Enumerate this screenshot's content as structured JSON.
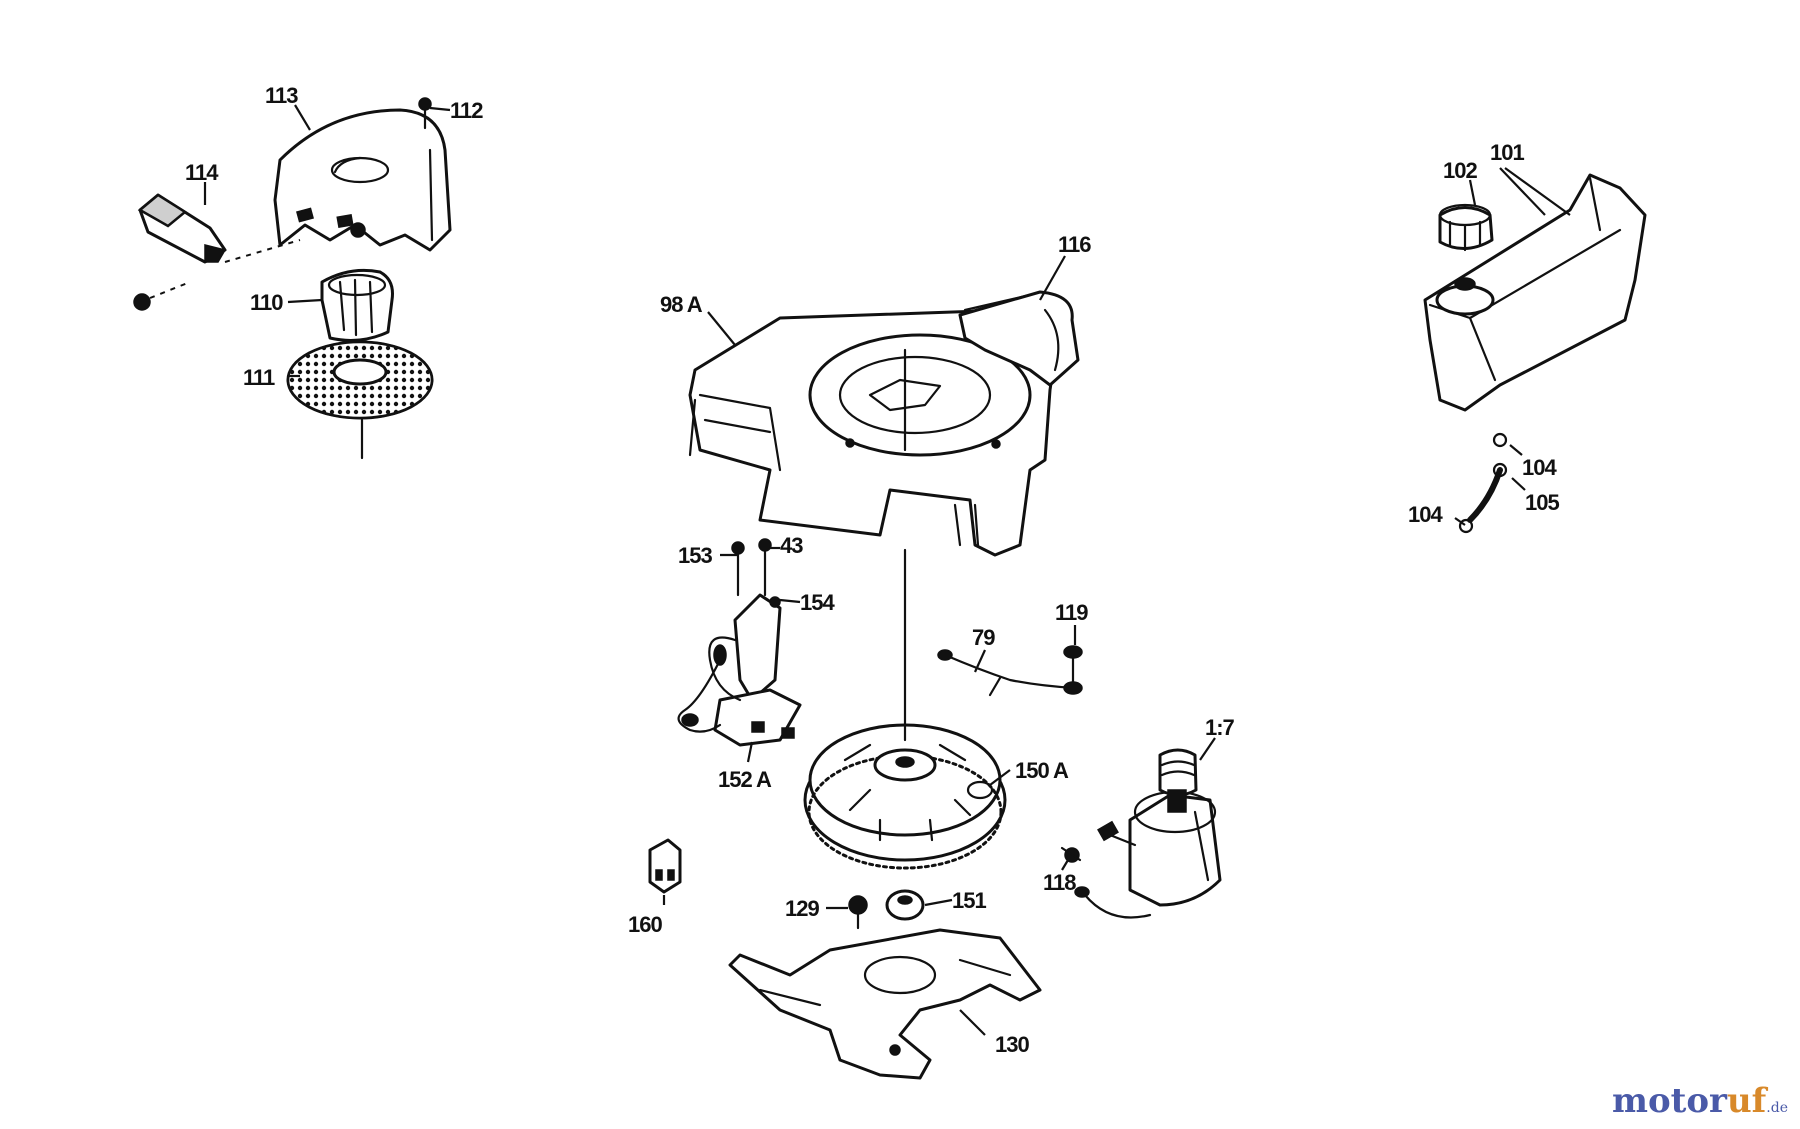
{
  "labels": {
    "p113": "113",
    "p112": "112",
    "p114": "114",
    "p110": "110",
    "p111": "111",
    "p98a": "98 A",
    "p116": "116",
    "p101": "101",
    "p102": "102",
    "p104a": "104",
    "p105": "105",
    "p104b": "104",
    "p153": "153",
    "p43": "43",
    "p154": "154",
    "p79": "79",
    "p119": "119",
    "p152a": "152 A",
    "p150a": "150 A",
    "p117": "1:7",
    "p118": "118",
    "p129": "129",
    "p151": "151",
    "p160": "160",
    "p130": "130"
  },
  "watermark": {
    "main": "motor",
    "accent": "uf",
    "tld": ".de"
  },
  "colors": {
    "line": "#111111",
    "watermark_blue": "#4a5aa8",
    "watermark_orange": "#d8892a"
  }
}
